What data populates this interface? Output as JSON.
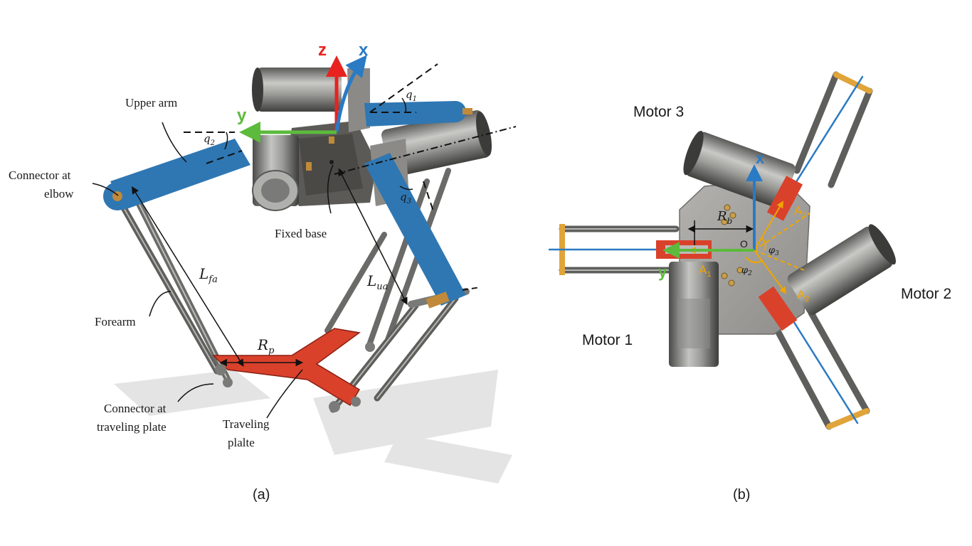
{
  "panel_a": {
    "caption": "(a)",
    "axis_z": "z",
    "axis_x": "x",
    "axis_y": "y",
    "label_upper_arm": "Upper arm",
    "label_connector_elbow_1": "Connector at",
    "label_connector_elbow_2": "elbow",
    "label_fixed_base": "Fixed base",
    "label_forearm": "Forearm",
    "label_connector_plate_1": "Connector at",
    "label_connector_plate_2": "traveling plate",
    "label_traveling_plate_1": "Traveling",
    "label_traveling_plate_2": "plalte",
    "sym_q1": "q",
    "sym_q1_sub": "1",
    "sym_q2": "q",
    "sym_q2_sub": "2",
    "sym_q3": "q",
    "sym_q3_sub": "3",
    "sym_lfa": "L",
    "sym_lfa_sub": "fa",
    "sym_lua": "L",
    "sym_lua_sub": "ua",
    "sym_rp": "R",
    "sym_rp_sub": "p"
  },
  "panel_b": {
    "caption": "(b)",
    "motor_1": "Motor 1",
    "motor_2": "Motor 2",
    "motor_3": "Motor 3",
    "axis_x": "x",
    "axis_y": "y",
    "origin": "O",
    "sym_rb": "R",
    "sym_rb_sub": "b",
    "a1": "A",
    "a1_sub": "1",
    "a2": "A",
    "a2_sub": "2",
    "a3": "A",
    "a3_sub": "3",
    "phi2": "φ",
    "phi2_sub": "2",
    "phi3": "φ",
    "phi3_sub": "3"
  },
  "colors": {
    "arm_blue": "#2f77b3",
    "plate_red": "#d9412b",
    "axis_red": "#e8231f",
    "axis_blue": "#2a7ac4",
    "axis_green": "#5cba3c",
    "gold": "#f0a500",
    "steel": "#8a8a88"
  }
}
